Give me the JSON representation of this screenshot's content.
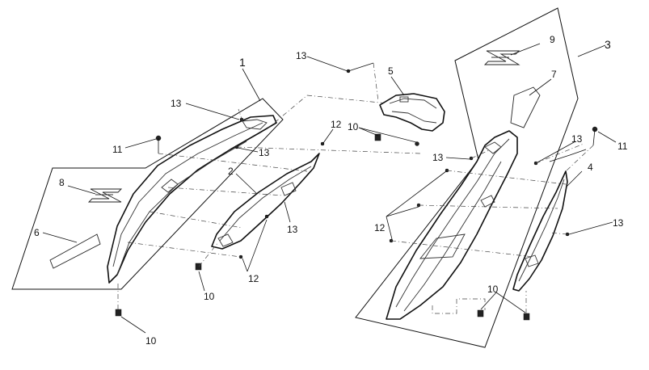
{
  "callouts": {
    "c1": "1",
    "c2": "2",
    "c3": "3",
    "c4": "4",
    "c5": "5",
    "c6": "6",
    "c7": "7",
    "c8": "8",
    "c9": "9",
    "c10a": "10",
    "c10b": "10",
    "c10c": "10",
    "c10d": "10",
    "c11a": "11",
    "c11b": "11",
    "c12a": "12",
    "c12b": "12",
    "c12c": "12",
    "c13a": "13",
    "c13b": "13",
    "c13c": "13",
    "c13d": "13",
    "c13e": "13",
    "c13f": "13",
    "c13g": "13"
  }
}
